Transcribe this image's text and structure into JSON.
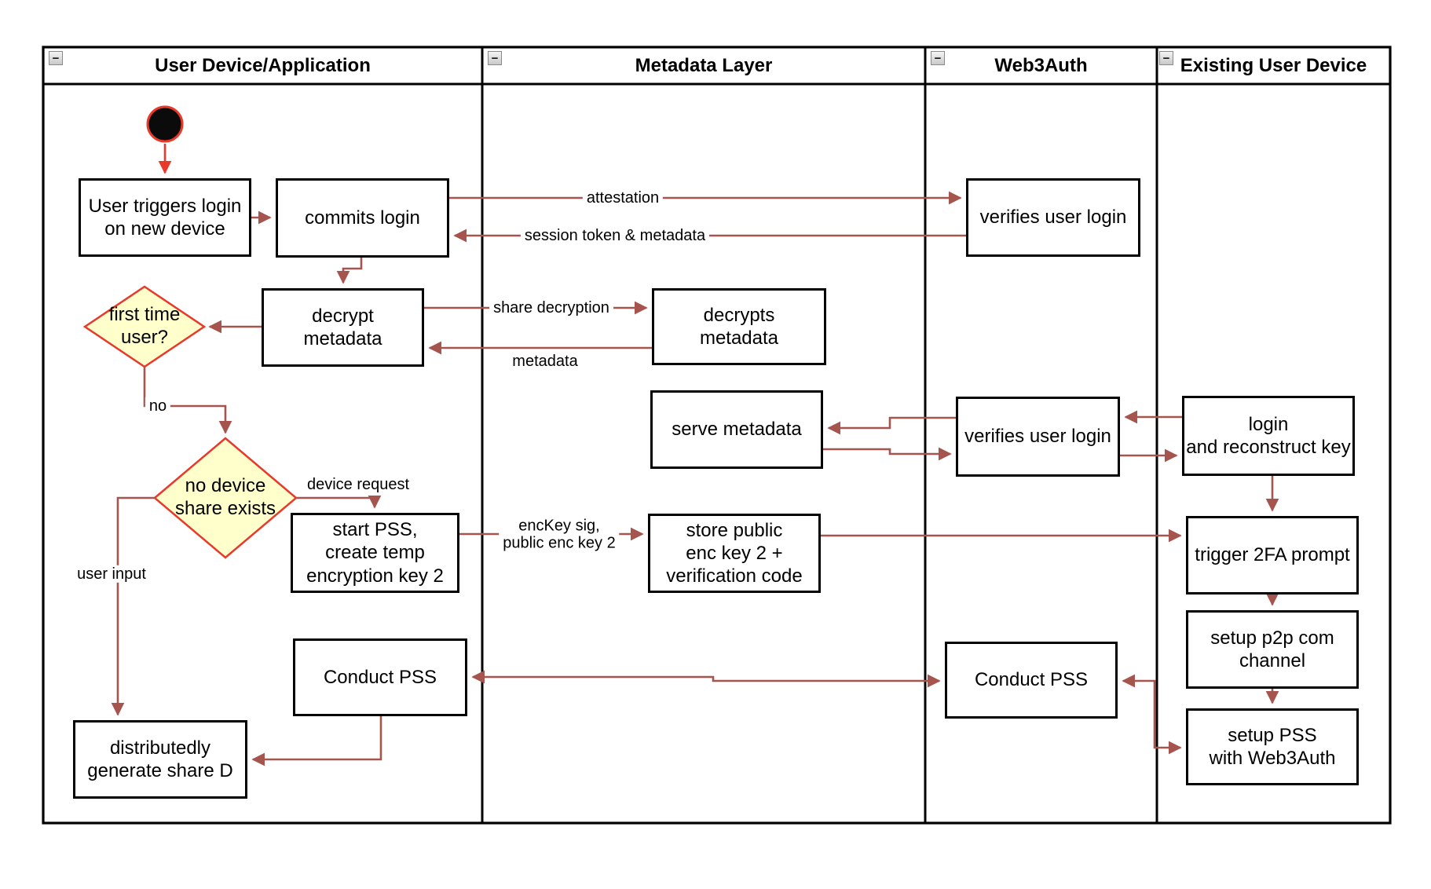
{
  "lanes": [
    {
      "title": "User Device/Application"
    },
    {
      "title": "Metadata Layer"
    },
    {
      "title": "Web3Auth"
    },
    {
      "title": "Existing User Device"
    }
  ],
  "icons": {
    "collapse": "−"
  },
  "start_node": {
    "name": "initial-state"
  },
  "boxes": {
    "user_triggers": "User triggers login\non new device",
    "commits_login": "commits login",
    "verifies_login_top": "verifies user login",
    "decrypt_metadata": "decrypt\nmetadata",
    "decrypts_metadata": "decrypts\nmetadata",
    "serve_metadata": "serve metadata",
    "verifies_login_mid": "verifies user login",
    "login_reconstruct": "login\nand reconstruct key",
    "start_pss": "start PSS,\ncreate temp\nencryption key 2",
    "store_public": "store public\nenc key 2 +\nverification code",
    "trigger_2fa": "trigger 2FA prompt",
    "setup_p2p": "setup p2p com\nchannel",
    "conduct_pss_left": "Conduct PSS",
    "conduct_pss_web3": "Conduct PSS",
    "setup_pss": "setup PSS\nwith Web3Auth",
    "distributed_share": "distributedly\ngenerate share D"
  },
  "diamonds": {
    "first_time": "first time\nuser?",
    "no_device_share": "no device\nshare exists"
  },
  "edge_labels": {
    "attestation": "attestation",
    "session_token": "session token & metadata",
    "share_decryption": "share decryption",
    "metadata": "metadata",
    "no": "no",
    "device_request": "device request",
    "enckey": "encKey sig,\npublic enc key 2",
    "user_input": "user input"
  },
  "colors": {
    "connector": "#A5544E",
    "accent_red": "#E8392B",
    "diamond_fill": "#FFFFCC",
    "diamond_stroke": "#E8392B",
    "frame": "#000000"
  }
}
